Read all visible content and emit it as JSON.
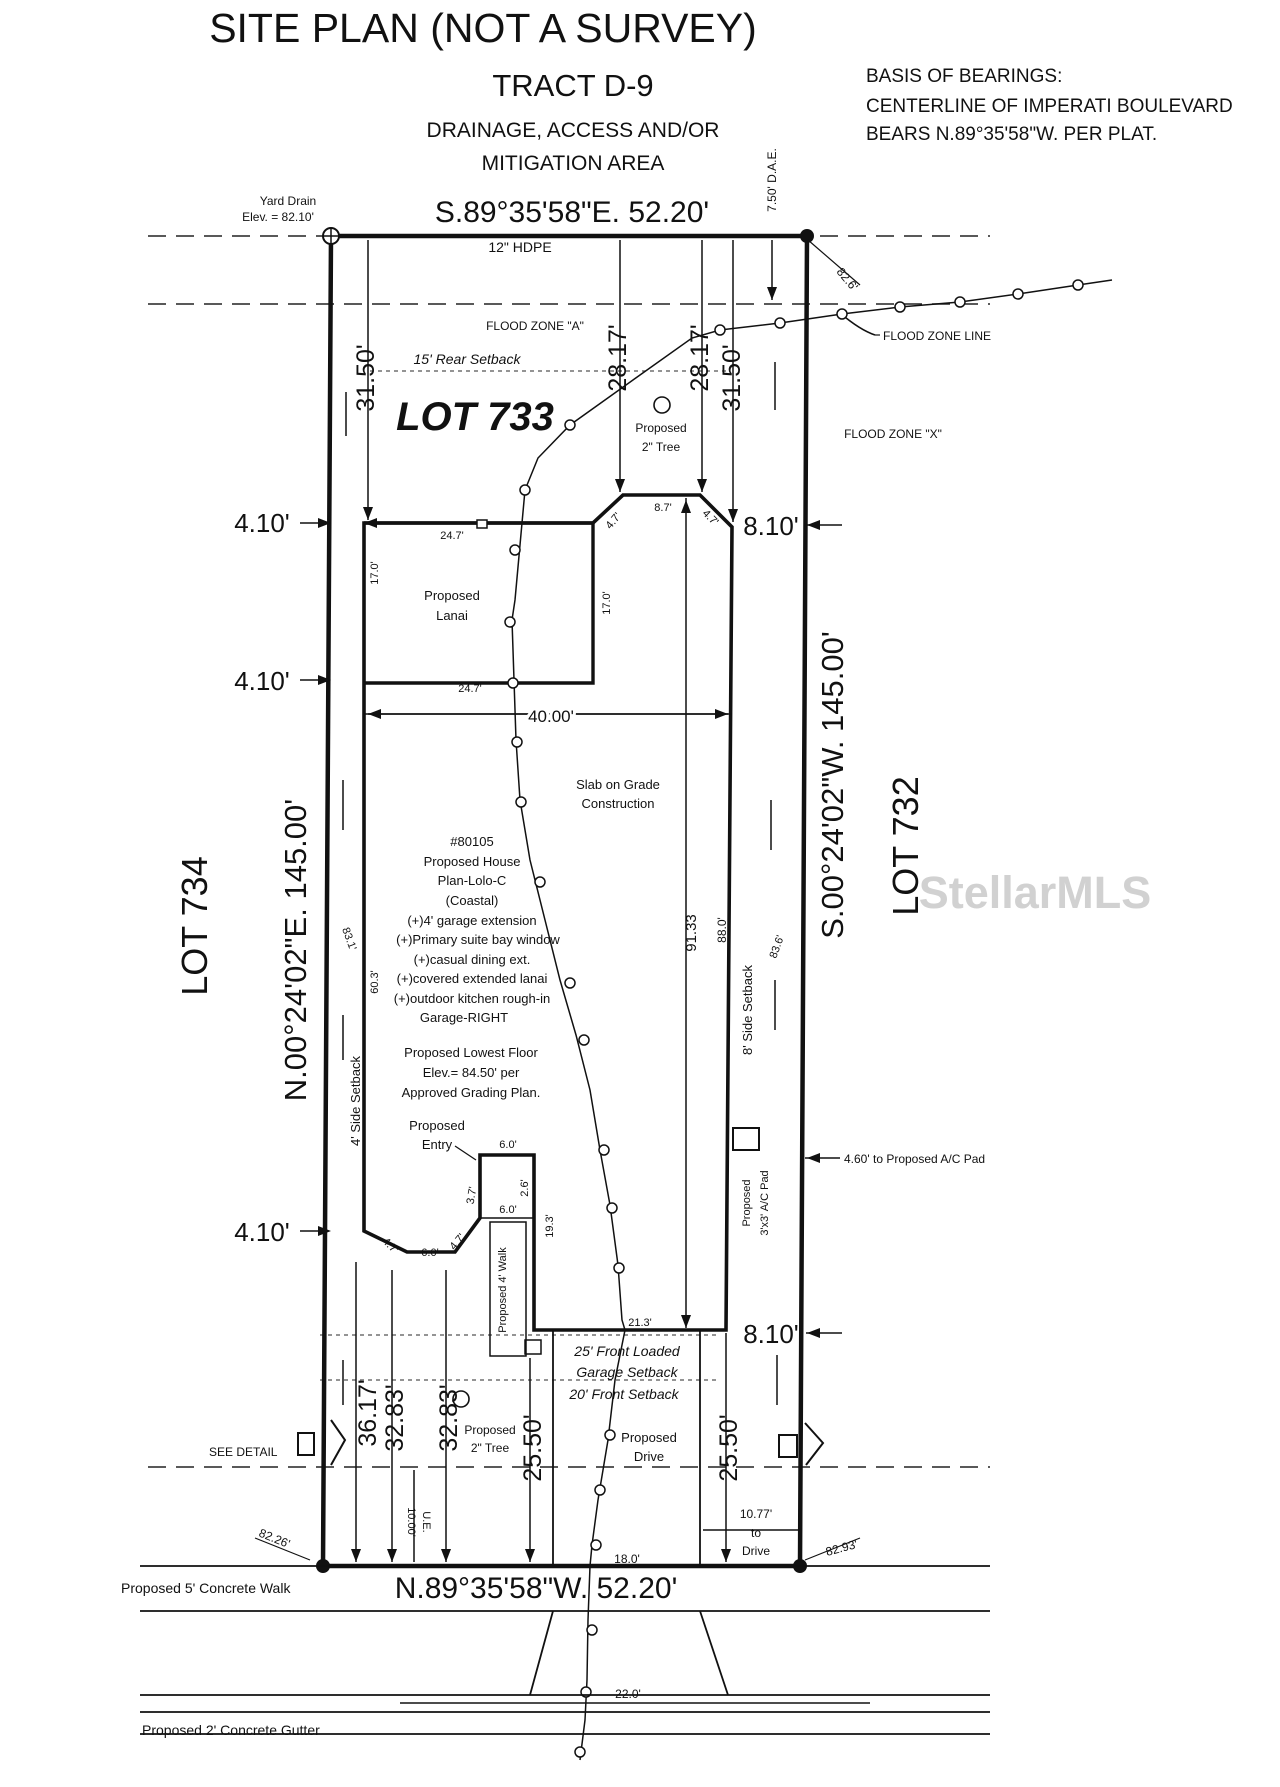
{
  "header": {
    "title": "SITE PLAN (NOT A SURVEY)",
    "tract": "TRACT D-9",
    "tract_desc_1": "DRAINAGE, ACCESS AND/OR",
    "tract_desc_2": "MITIGATION AREA",
    "basis_1": "BASIS OF BEARINGS:",
    "basis_2": "CENTERLINE OF IMPERATI BOULEVARD",
    "basis_3": "BEARS N.89°35'58\"W. PER PLAT."
  },
  "boundary": {
    "top": "S.89°35'58\"E. 52.20'",
    "bottom": "N.89°35'58\"W. 52.20'",
    "left": "N.00°24'02\"E. 145.00'",
    "right": "S.00°24'02\"W. 145.00'"
  },
  "lots": {
    "center": "LOT 733",
    "left": "LOT 734",
    "right": "LOT 732"
  },
  "top_notes": {
    "yard_drain_1": "Yard Drain",
    "yard_drain_2": "Elev. = 82.10'",
    "hdpe": "12\" HDPE",
    "dae": "7.50' D.A.E.",
    "elev_top_right": "82.6'",
    "flood_zone_a": "FLOOD ZONE \"A\"",
    "flood_zone_line": "FLOOD ZONE LINE",
    "flood_zone_x": "FLOOD ZONE \"X\"",
    "rear_setback": "15' Rear Setback"
  },
  "dimensions": {
    "d_31_50_left": "31.50'",
    "d_28_17_a": "28.17'",
    "d_28_17_b": "28.17'",
    "d_31_50_right": "31.50'",
    "d_4_10_a": "4.10'",
    "d_4_10_b": "4.10'",
    "d_4_10_c": "4.10'",
    "d_8_10_a": "8.10'",
    "d_8_10_b": "8.10'",
    "d_40_00": "40.00'",
    "d_91_33": "91.33",
    "d_88_0": "88.0'",
    "d_36_17": "36.17'",
    "d_32_83_a": "32.83'",
    "d_32_83_b": "32.83'",
    "d_25_50_a": "25.50'",
    "d_25_50_b": "25.50'"
  },
  "house": {
    "lanai_1": "Proposed",
    "lanai_2": "Lanai",
    "tree_top_1": "Proposed",
    "tree_top_2": "2\" Tree",
    "slab_1": "Slab on Grade",
    "slab_2": "Construction",
    "plan_lines": [
      "#80105",
      "Proposed House",
      "Plan-Lolo-C",
      "(Coastal)",
      "(+)4' garage extension",
      "(+)Primary suite bay window",
      "(+)casual dining ext.",
      "(+)covered extended lanai",
      "(+)outdoor kitchen rough-in",
      "Garage-RIGHT"
    ],
    "floor_lines": [
      "Proposed Lowest Floor",
      "Elev.= 84.50' per",
      "Approved Grading Plan."
    ],
    "entry_1": "Proposed",
    "entry_2": "Entry",
    "walk4": "Proposed 4' Walk",
    "small_24_7_a": "24.7'",
    "small_24_7_b": "24.7'",
    "small_4_7_a": "4.7'",
    "small_8_7": "8.7'",
    "small_4_7_b": "4.7'",
    "small_17_0_a": "17.0'",
    "small_17_0_b": "17.0'",
    "small_6_0_a": "6.0'",
    "small_6_0_b": "6.0'",
    "small_6_0_c": "6.0'",
    "small_2_6": "2.6'",
    "small_19_3": "19.3'",
    "small_3_7": "3.7'",
    "small_4_7_c": "4.7'",
    "small_4_7_d": "4.7'",
    "small_21_3": "21.3'",
    "small_60_3": "60.3'",
    "small_83_1": "83.1'",
    "small_83_6": "83.6'"
  },
  "setbacks": {
    "side_left": "4' Side Setback",
    "side_right": "8' Side Setback",
    "garage_1": "25' Front Loaded",
    "garage_2": "Garage Setback",
    "front": "20' Front Setback"
  },
  "front_notes": {
    "ac_pad_note": "4.60' to Proposed A/C Pad",
    "ac_pad_1": "Proposed",
    "ac_pad_2": "3'x3' A/C Pad",
    "see_detail": "SEE DETAIL",
    "tree_front_1": "Proposed",
    "tree_front_2": "2\" Tree",
    "drive_1": "Proposed",
    "drive_2": "Drive",
    "ue_1": "10.00'",
    "ue_2": "U.E.",
    "to_drive_1": "10.77'",
    "to_drive_2": "to",
    "to_drive_3": "Drive",
    "elev_bottom_left": "82.26'",
    "elev_bottom_right": "82.93'",
    "drive_width": "18.0'",
    "walk": "Proposed 5' Concrete Walk",
    "road_width": "22.0'",
    "gutter": "Proposed 2' Concrete Gutter"
  },
  "watermark": "StellarMLS"
}
